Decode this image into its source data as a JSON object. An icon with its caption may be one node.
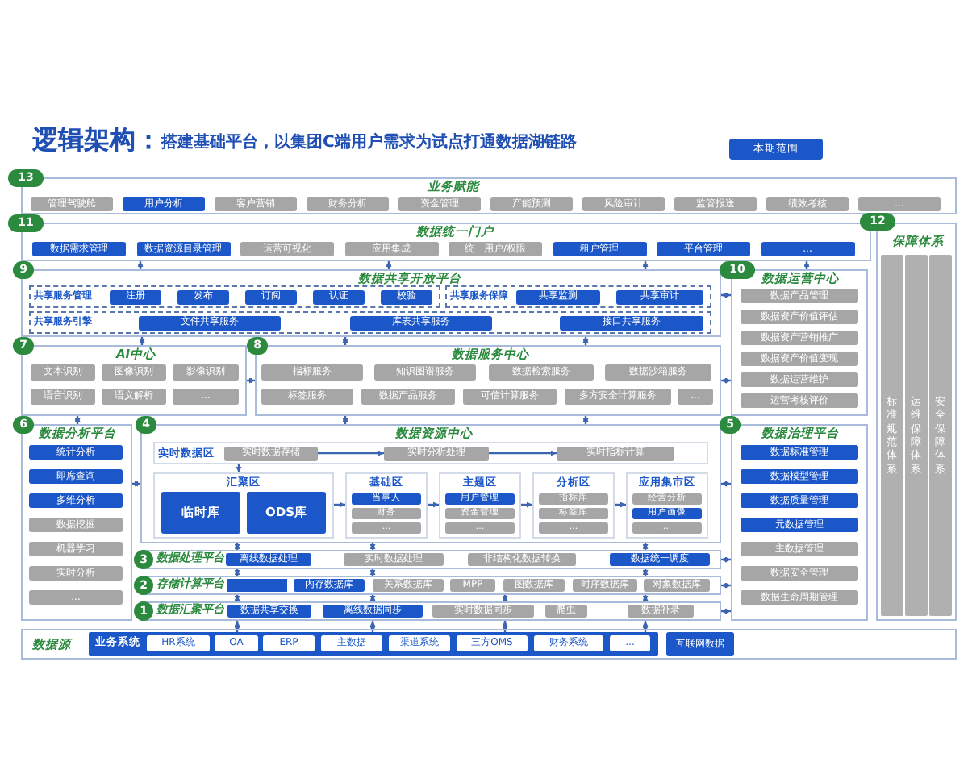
{
  "diagram": {
    "title": "逻辑架构：",
    "nodes": [
      {
        "text": [
          "13",
          "业务赋能"
        ]
      },
      {
        "text": [
          "管理驾驶舱"
        ],
        "in": 0
      },
      {
        "text": [
          "用户分析"
        ],
        "in": 0
      },
      {
        "text": [
          "客户营销"
        ],
        "in": 0
      },
      {
        "text": [
          "财务分析"
        ],
        "in": 0
      },
      {
        "text": [
          "资金管理"
        ],
        "in": 0
      },
      {
        "text": [
          "产能预测"
        ],
        "in": 0
      },
      {
        "text": [
          "风险审计"
        ],
        "in": 0
      },
      {
        "text": [
          "监管报送"
        ],
        "in": 0
      },
      {
        "text": [
          "绩效考核"
        ],
        "in": 0
      },
      {
        "text": [
          "..."
        ],
        "in": 0
      },
      {
        "text": [
          "11",
          "数据统一门户"
        ]
      },
      {
        "text": [
          "数据需求管理"
        ],
        "in": 11
      },
      {
        "text": [
          "数据资源目录管理"
        ],
        "in": 11
      },
      {
        "text": [
          "运营可视化"
        ],
        "in": 11
      },
      {
        "text": [
          "应用集成"
        ],
        "in": 11
      },
      {
        "text": [
          "统一用户/权限"
        ],
        "in": 11
      },
      {
        "text": [
          "租户管理"
        ],
        "in": 11
      },
      {
        "text": [
          "平台管理"
        ],
        "in": 11
      },
      {
        "text": [
          "..."
        ],
        "in": 11
      },
      {
        "text": [
          "12",
          "保障体系"
        ]
      },
      {
        "text": [
          "标准规范体系"
        ],
        "in": 20
      },
      {
        "text": [
          "运维保障体系"
        ],
        "in": 20
      },
      {
        "text": [
          "安全保障体系"
        ],
        "in": 20
      },
      {
        "text": [
          "9",
          "数据共享开放平台"
        ]
      },
      {
        "text": [
          "共享服务管理"
        ],
        "in": 24
      },
      {
        "text": [
          "注册"
        ],
        "in": 25
      },
      {
        "text": [
          "发布"
        ],
        "in": 25
      },
      {
        "text": [
          "订阅"
        ],
        "in": 25
      },
      {
        "text": [
          "认证"
        ],
        "in": 25
      },
      {
        "text": [
          "校验"
        ],
        "in": 25
      },
      {
        "text": [
          "共享服务保障"
        ],
        "in": 24
      },
      {
        "text": [
          "共享监测"
        ],
        "in": 31
      },
      {
        "text": [
          "共享审计"
        ],
        "in": 31
      },
      {
        "text": [
          "共享服务引擎"
        ],
        "in": 24
      },
      {
        "text": [
          "文件共享服务"
        ],
        "in": 34
      },
      {
        "text": [
          "库表共享服务"
        ],
        "in": 34
      },
      {
        "text": [
          "接口共享服务"
        ],
        "in": 34
      },
      {
        "text": [
          "10",
          "数据运营中心"
        ]
      },
      {
        "text": [
          "数据产品管理"
        ],
        "in": 38
      },
      {
        "text": [
          "数据资产价值评估"
        ],
        "in": 38
      },
      {
        "text": [
          "数据资产营销推广"
        ],
        "in": 38
      },
      {
        "text": [
          "数据资产价值变现"
        ],
        "in": 38
      },
      {
        "text": [
          "数据运营维护"
        ],
        "in": 38
      },
      {
        "text": [
          "运营考核评价"
        ],
        "in": 38
      },
      {
        "text": [
          "7",
          "AI中心"
        ]
      },
      {
        "text": [
          "文本识别"
        ],
        "in": 45
      },
      {
        "text": [
          "图像识别"
        ],
        "in": 45
      },
      {
        "text": [
          "影像识别"
        ],
        "in": 45
      },
      {
        "text": [
          "语音识别"
        ],
        "in": 45
      },
      {
        "text": [
          "语义解析"
        ],
        "in": 45
      },
      {
        "text": [
          "..."
        ],
        "in": 45
      },
      {
        "text": [
          "8",
          "数据服务中心"
        ]
      },
      {
        "text": [
          "指标服务"
        ],
        "in": 52
      },
      {
        "text": [
          "知识图谱服务"
        ],
        "in": 52
      },
      {
        "text": [
          "数据检索服务"
        ],
        "in": 52
      },
      {
        "text": [
          "数据沙箱服务"
        ],
        "in": 52
      },
      {
        "text": [
          "标签服务"
        ],
        "in": 52
      },
      {
        "text": [
          "数据产品服务"
        ],
        "in": 52
      },
      {
        "text": [
          "可信计算服务"
        ],
        "in": 52
      },
      {
        "text": [
          "多方安全计算服务"
        ],
        "in": 52
      },
      {
        "text": [
          "..."
        ],
        "in": 52
      },
      {
        "text": [
          "6",
          "数据分析平台"
        ]
      },
      {
        "text": [
          "统计分析"
        ],
        "in": 62
      },
      {
        "text": [
          "即席查询"
        ],
        "in": 62
      },
      {
        "text": [
          "多维分析"
        ],
        "in": 62
      },
      {
        "text": [
          "数据挖掘"
        ],
        "in": 62
      },
      {
        "text": [
          "机器学习"
        ],
        "in": 62
      },
      {
        "text": [
          "实时分析"
        ],
        "in": 62
      },
      {
        "text": [
          "..."
        ],
        "in": 62
      },
      {
        "text": [
          "4",
          "数据资源中心"
        ]
      },
      {
        "text": [
          "实时数据区"
        ],
        "in": 70
      },
      {
        "text": [
          "实时数据存储"
        ],
        "in": 71
      },
      {
        "text": [
          "实时分析处理"
        ],
        "in": 71
      },
      {
        "text": [
          "实时指标计算"
        ],
        "in": 71
      },
      {
        "text": [
          "汇聚区"
        ],
        "in": 70
      },
      {
        "text": [
          "临时库"
        ],
        "in": 75
      },
      {
        "text": [
          "ODS库"
        ],
        "in": 75
      },
      {
        "text": [
          "基础区"
        ],
        "in": 70
      },
      {
        "text": [
          "当事人"
        ],
        "in": 78
      },
      {
        "text": [
          "财务"
        ],
        "in": 78
      },
      {
        "text": [
          "..."
        ],
        "in": 78
      },
      {
        "text": [
          "主题区"
        ],
        "in": 70
      },
      {
        "text": [
          "用户管理"
        ],
        "in": 82
      },
      {
        "text": [
          "资金管理"
        ],
        "in": 82
      },
      {
        "text": [
          "..."
        ],
        "in": 82
      },
      {
        "text": [
          "分析区"
        ],
        "in": 70
      },
      {
        "text": [
          "指标库"
        ],
        "in": 86
      },
      {
        "text": [
          "标签库"
        ],
        "in": 86
      },
      {
        "text": [
          "..."
        ],
        "in": 86
      },
      {
        "text": [
          "应用集市区"
        ],
        "in": 70
      },
      {
        "text": [
          "经营分析"
        ],
        "in": 90
      },
      {
        "text": [
          "用户画像"
        ],
        "in": 90
      },
      {
        "text": [
          "..."
        ],
        "in": 90
      },
      {
        "text": [
          "5",
          "数据治理平台"
        ]
      },
      {
        "text": [
          "数据标准管理"
        ],
        "in": 94
      },
      {
        "text": [
          "数据模型管理"
        ],
        "in": 94
      },
      {
        "text": [
          "数据质量管理"
        ],
        "in": 94
      },
      {
        "text": [
          "元数据管理"
        ],
        "in": 94
      },
      {
        "text": [
          "主数据管理"
        ],
        "in": 94
      },
      {
        "text": [
          "数据安全管理"
        ],
        "in": 94
      },
      {
        "text": [
          "数据生命周期管理"
        ],
        "in": 94
      },
      {
        "text": [
          "3",
          "数据处理平台"
        ]
      },
      {
        "text": [
          "离线数据处理"
        ],
        "in": 102
      },
      {
        "text": [
          "实时数据处理"
        ],
        "in": 102
      },
      {
        "text": [
          "非结构化数据转换"
        ],
        "in": 102
      },
      {
        "text": [
          "数据统一调度"
        ],
        "in": 102
      },
      {
        "text": [
          "2",
          "存储计算平台"
        ]
      },
      {
        "text": [],
        "shape": "box",
        "in": 107
      },
      {
        "text": [
          "内存数据库"
        ],
        "in": 107
      },
      {
        "text": [
          "关系数据库"
        ],
        "in": 107
      },
      {
        "text": [
          "MPP"
        ],
        "in": 107
      },
      {
        "text": [
          "图数据库"
        ],
        "in": 107
      },
      {
        "text": [
          "时序数据库"
        ],
        "in": 107
      },
      {
        "text": [
          "对象数据库"
        ],
        "in": 107
      },
      {
        "text": [
          "1",
          "数据汇聚平台"
        ]
      },
      {
        "text": [
          "数据共享交换"
        ],
        "in": 115
      },
      {
        "text": [
          "离线数据同步"
        ],
        "in": 115
      },
      {
        "text": [
          "实时数据同步"
        ],
        "in": 115
      },
      {
        "text": [
          "爬虫"
        ],
        "in": 115
      },
      {
        "text": [
          "数据补录"
        ],
        "in": 115
      },
      {
        "text": [
          "数据源"
        ]
      },
      {
        "text": [
          "业务系统"
        ],
        "in": 121
      },
      {
        "text": [
          "HR系统"
        ],
        "in": 122
      },
      {
        "text": [
          "OA"
        ],
        "in": 122
      },
      {
        "text": [
          "ERP"
        ],
        "in": 122
      },
      {
        "text": [
          "主数据"
        ],
        "in": 122
      },
      {
        "text": [
          "渠道系统"
        ],
        "in": 122
      },
      {
        "text": [
          "三方OMS"
        ],
        "in": 122
      },
      {
        "text": [
          "财务系统"
        ],
        "in": 122
      },
      {
        "text": [
          "..."
        ],
        "in": 122
      },
      {
        "text": [
          "互联网数据"
        ],
        "in": 121
      }
    ],
    "edges": [
      {
        "from": 11,
        "to": 24,
        "arrow": "both"
      },
      {
        "from": 11,
        "to": 24,
        "arrow": "both"
      },
      {
        "from": 11,
        "to": 24,
        "arrow": "both"
      },
      {
        "from": 11,
        "to": 38,
        "arrow": "both"
      },
      {
        "from": 24,
        "to": 45,
        "arrow": "both"
      },
      {
        "from": 24,
        "to": 52,
        "arrow": "both"
      },
      {
        "from": 24,
        "to": 52,
        "arrow": "both"
      },
      {
        "from": 24,
        "to": 38,
        "arrow": "both"
      },
      {
        "from": 45,
        "to": 52,
        "arrow": "both"
      },
      {
        "from": 52,
        "to": 38,
        "arrow": "both"
      },
      {
        "from": 45,
        "to": 62,
        "arrow": "both"
      },
      {
        "from": 52,
        "to": 70,
        "arrow": "both"
      },
      {
        "from": 52,
        "to": 70,
        "arrow": "both"
      },
      {
        "from": 62,
        "to": 70,
        "arrow": "both"
      },
      {
        "from": 70,
        "to": 94,
        "arrow": "both"
      },
      {
        "from": 70,
        "to": 102,
        "arrow": "both"
      },
      {
        "from": 70,
        "to": 102,
        "arrow": "both"
      },
      {
        "from": 70,
        "to": 102,
        "arrow": "both"
      },
      {
        "from": 102,
        "to": 107,
        "arrow": "both"
      },
      {
        "from": 102,
        "to": 107,
        "arrow": "both"
      },
      {
        "from": 102,
        "to": 107,
        "arrow": "both"
      },
      {
        "from": 107,
        "to": 115,
        "arrow": "both"
      },
      {
        "from": 107,
        "to": 115,
        "arrow": "both"
      },
      {
        "from": 107,
        "to": 115,
        "arrow": "both"
      },
      {
        "from": 107,
        "to": 115,
        "arrow": "both"
      },
      {
        "from": 115,
        "to": 122,
        "arrow": "both"
      },
      {
        "from": 115,
        "to": 122,
        "arrow": "both"
      },
      {
        "from": 115,
        "to": 122,
        "arrow": "both"
      },
      {
        "from": 115,
        "to": 122,
        "arrow": "both"
      },
      {
        "from": 102,
        "to": 94,
        "arrow": "both"
      },
      {
        "from": 107,
        "to": 94,
        "arrow": "both"
      },
      {
        "from": 115,
        "to": 94,
        "arrow": "both"
      },
      {
        "from": 71,
        "to": 75,
        "arrow": "to"
      },
      {
        "from": 72,
        "to": 73,
        "arrow": "to"
      },
      {
        "from": 73,
        "to": 74,
        "arrow": "to"
      },
      {
        "from": 75,
        "to": 78,
        "arrow": "to"
      },
      {
        "from": 78,
        "to": 82,
        "arrow": "to"
      },
      {
        "from": 82,
        "to": 86,
        "arrow": "to"
      },
      {
        "from": 86,
        "to": 90,
        "arrow": "to"
      }
    ],
    "labels": [
      "搭建基础平台，以集团C端用户需求为试点打通数据湖链路"
    ],
    "legend": [
      {
        "text": "本期范围",
        "color": "#1b57c8"
      }
    ]
  }
}
